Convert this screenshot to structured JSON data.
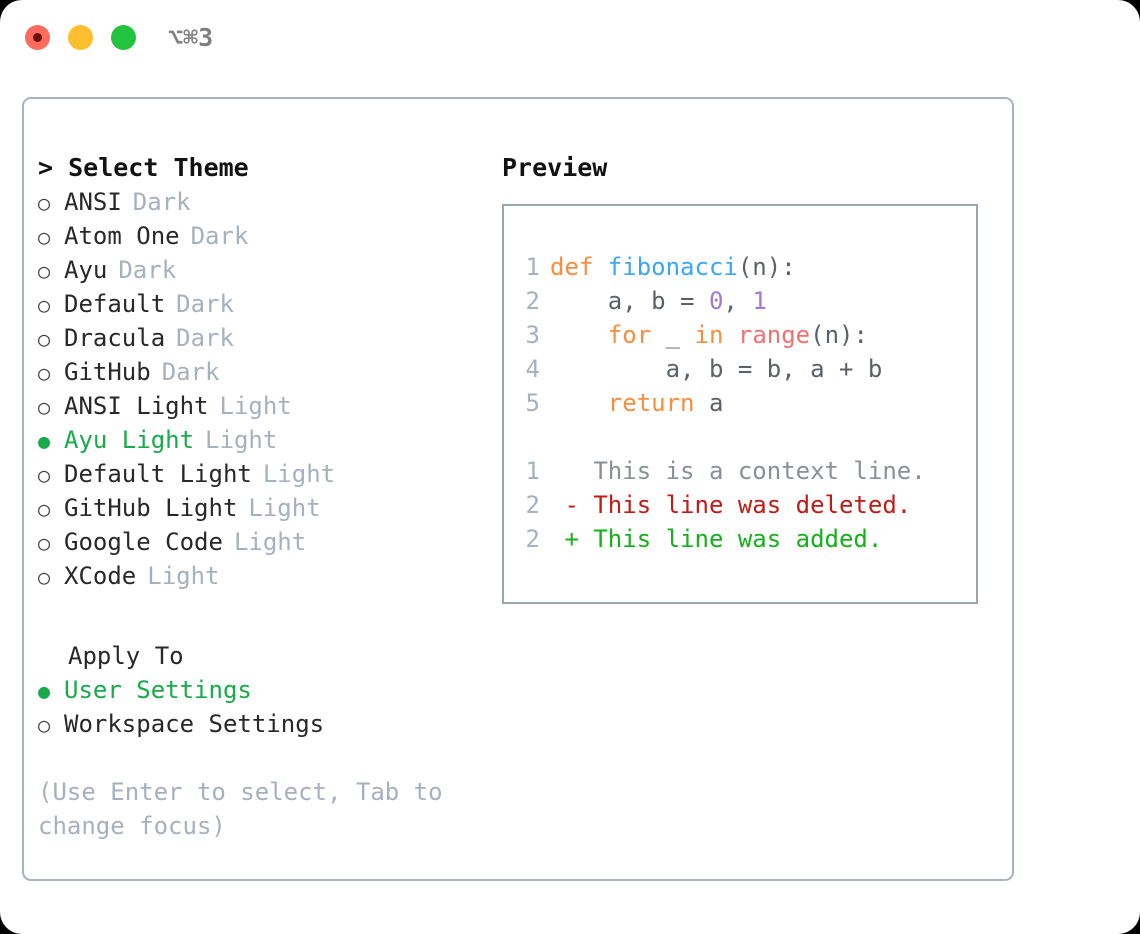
{
  "titlebar": {
    "shortcut": "⌥⌘3",
    "dots": [
      {
        "name": "close",
        "color": "#ff6b5e"
      },
      {
        "name": "minimize",
        "color": "#ffbe2e"
      },
      {
        "name": "maximize",
        "color": "#22c33e"
      }
    ]
  },
  "left": {
    "heading": "> Select Theme",
    "themes": [
      {
        "bullet": "○",
        "name": "ANSI",
        "category": "Dark",
        "selected": false
      },
      {
        "bullet": "○",
        "name": "Atom One",
        "category": "Dark",
        "selected": false
      },
      {
        "bullet": "○",
        "name": "Ayu",
        "category": "Dark",
        "selected": false
      },
      {
        "bullet": "○",
        "name": "Default",
        "category": "Dark",
        "selected": false
      },
      {
        "bullet": "○",
        "name": "Dracula",
        "category": "Dark",
        "selected": false
      },
      {
        "bullet": "○",
        "name": "GitHub",
        "category": "Dark",
        "selected": false
      },
      {
        "bullet": "○",
        "name": "ANSI Light",
        "category": "Light",
        "selected": false
      },
      {
        "bullet": "●",
        "name": "Ayu Light",
        "category": "Light",
        "selected": true
      },
      {
        "bullet": "○",
        "name": "Default Light",
        "category": "Light",
        "selected": false
      },
      {
        "bullet": "○",
        "name": "GitHub Light",
        "category": "Light",
        "selected": false
      },
      {
        "bullet": "○",
        "name": "Google Code",
        "category": "Light",
        "selected": false
      },
      {
        "bullet": "○",
        "name": "XCode",
        "category": "Light",
        "selected": false
      }
    ],
    "apply_to_label": "Apply To",
    "apply_to": [
      {
        "bullet": "●",
        "name": "User Settings",
        "selected": true
      },
      {
        "bullet": "○",
        "name": "Workspace Settings",
        "selected": false
      }
    ],
    "hint": "(Use Enter to select, Tab to change focus)"
  },
  "right": {
    "heading": "Preview",
    "code_lines": [
      {
        "num": "1",
        "tokens": [
          {
            "t": "def ",
            "c": "tok-kw"
          },
          {
            "t": "fibonacci",
            "c": "tok-fn"
          },
          {
            "t": "(n):",
            "c": "tok-plain"
          }
        ]
      },
      {
        "num": "2",
        "tokens": [
          {
            "t": "    a, b = ",
            "c": "tok-plain"
          },
          {
            "t": "0",
            "c": "tok-num"
          },
          {
            "t": ", ",
            "c": "tok-plain"
          },
          {
            "t": "1",
            "c": "tok-num"
          }
        ]
      },
      {
        "num": "3",
        "tokens": [
          {
            "t": "    ",
            "c": "tok-plain"
          },
          {
            "t": "for",
            "c": "tok-kw"
          },
          {
            "t": " _ ",
            "c": "tok-plain"
          },
          {
            "t": "in",
            "c": "tok-kw"
          },
          {
            "t": " ",
            "c": "tok-plain"
          },
          {
            "t": "range",
            "c": "tok-builtin"
          },
          {
            "t": "(n):",
            "c": "tok-plain"
          }
        ]
      },
      {
        "num": "4",
        "tokens": [
          {
            "t": "        a, b = b, a + b",
            "c": "tok-plain"
          }
        ]
      },
      {
        "num": "5",
        "tokens": [
          {
            "t": "    ",
            "c": "tok-plain"
          },
          {
            "t": "return",
            "c": "tok-kw"
          },
          {
            "t": " a",
            "c": "tok-plain"
          }
        ]
      },
      {
        "num": "",
        "tokens": [
          {
            "t": " ",
            "c": "tok-plain"
          }
        ]
      },
      {
        "num": "1",
        "tokens": [
          {
            "t": "   This is a context line.",
            "c": "diff-ctx"
          }
        ]
      },
      {
        "num": "2",
        "tokens": [
          {
            "t": " - This line was deleted.",
            "c": "diff-del"
          }
        ]
      },
      {
        "num": "2",
        "tokens": [
          {
            "t": " + This line was added.",
            "c": "diff-add"
          }
        ]
      }
    ]
  },
  "colors": {
    "accent_green": "#17ab4a",
    "muted": "#a8b0bd",
    "keyword": "#fa8d3e",
    "function": "#3aa7f5",
    "number": "#a37acc",
    "builtin": "#f07171",
    "diff_added": "#15b01a",
    "diff_deleted": "#c21b17",
    "card_border": "#aab2bf",
    "preview_border": "#9aa5b1"
  }
}
